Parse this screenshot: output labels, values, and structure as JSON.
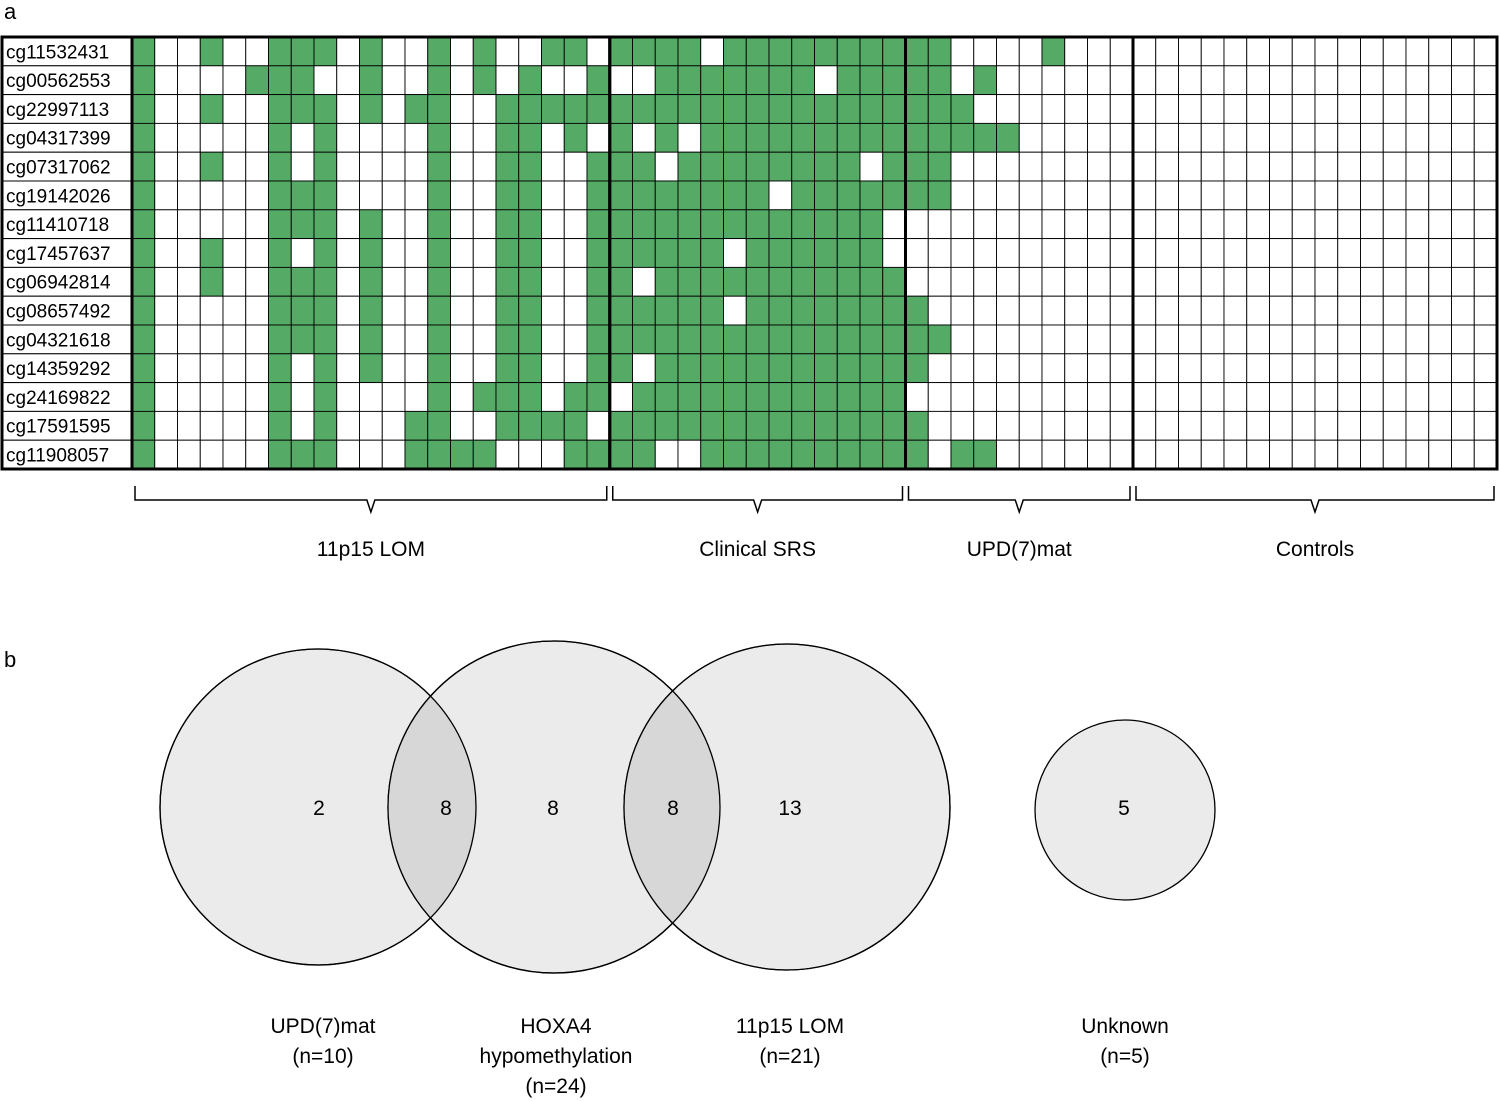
{
  "panel_a": {
    "letter": "a",
    "probes": [
      "cg11532431",
      "cg00562553",
      "cg22997113",
      "cg04317399",
      "cg07317062",
      "cg19142026",
      "cg11410718",
      "cg17457637",
      "cg06942814",
      "cg08657492",
      "cg04321618",
      "cg14359292",
      "cg24169822",
      "cg17591595",
      "cg11908057"
    ],
    "groups": [
      {
        "label": "11p15 LOM",
        "n_cols": 21
      },
      {
        "label": "Clinical SRS",
        "n_cols": 13
      },
      {
        "label": "UPD(7)mat",
        "n_cols": 10
      },
      {
        "label": "Controls",
        "n_cols": 16
      }
    ],
    "filled_color": "#55AA66",
    "empty_color": "#FFFFFF",
    "matrix": [
      "100100111010010100110111101111111111000010000000",
      "1000011100100101010010011111110111110100000000000",
      "100100111010110011111111111111111111100000000000",
      "100000101000010011010101011111111111111000000000000",
      "1001001010000100110011101111111101110000000000000",
      "1000001110000100110011111111011111110000000000000",
      "1000001110100100110011111111111110000000000000000",
      "1001001010100100110011111101111110000000000000000",
      "1001001110100100110011011111111111000000000000000",
      "1000001110100100110011111101111111100000000000000",
      "1000001110100100110011111111111111110000000000000",
      "1000001010100100110011011111111111100000000000000",
      "1000001010000101110110111111111111000000000000000",
      "1000001010001100111101111111111111100000000000000",
      "1000001110001111000111100111111111101100000000000"
    ]
  },
  "panel_b": {
    "letter": "b",
    "regions": {
      "upd_only": "2",
      "upd_hoxa4": "8",
      "hoxa4_only": "8",
      "hoxa4_lom": "8",
      "lom_only": "13",
      "unknown": "5"
    },
    "labels": {
      "upd": [
        "UPD(7)mat",
        "(n=10)"
      ],
      "hoxa4": [
        "HOXA4",
        "hypomethylation",
        "(n=24)"
      ],
      "lom": [
        "11p15 LOM",
        "(n=21)"
      ],
      "unknown": [
        "Unknown",
        "(n=5)"
      ]
    },
    "circle_fill": "#EBEBEB",
    "overlap_fill": "#D7D7D7"
  }
}
